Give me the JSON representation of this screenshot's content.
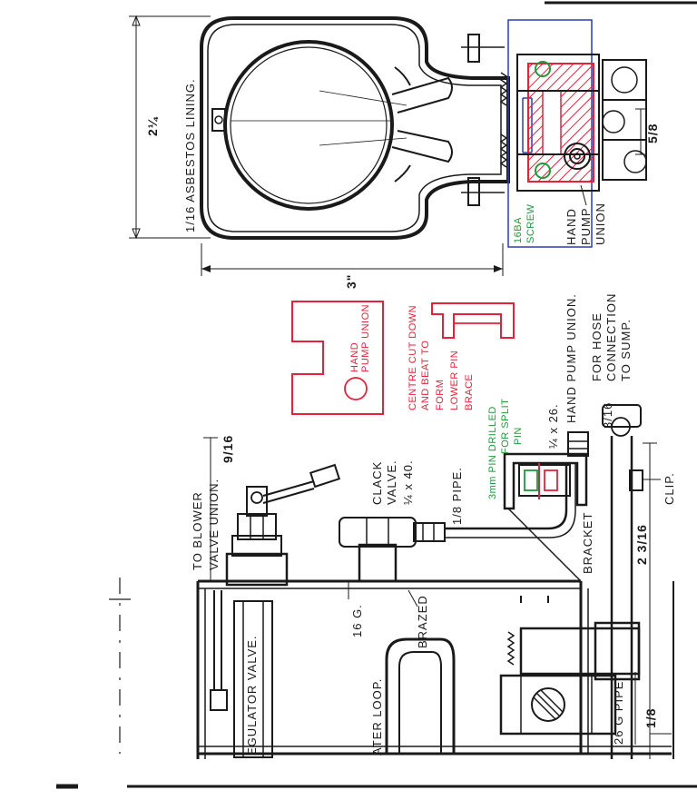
{
  "colors": {
    "ink": "#1a1a1a",
    "red_annotation": "#e8213b",
    "green_annotation": "#1f9a3c",
    "blue_annotation": "#2a3fb0"
  },
  "top_view": {
    "dim_height": "2¼",
    "dim_width": "3\"",
    "lining_label": "1/16 ASBESTOS LINING.",
    "dim_union": "5/8",
    "hand_pump_union": [
      "HAND",
      "PUMP",
      "UNION"
    ],
    "screw_note": [
      "16BA",
      "SCREW"
    ]
  },
  "red_sketch": {
    "part_label": [
      "HAND",
      "PUMP UNION"
    ],
    "note": [
      "CENTRE CUT DOWN",
      "AND BEAT TO",
      "FORM",
      "LOWER PIN",
      "BRACE"
    ]
  },
  "green_note": [
    "3mm PIN DRILLED",
    "FOR SPLIT",
    "PIN"
  ],
  "side_view": {
    "to_blower": "TO BLOWER",
    "valve_union": "VALVE UNION.",
    "dim_9_16": "9/16",
    "clack_valve": "CLACK",
    "valve_word": "VALVE.",
    "thread_size": "¼ x 40.",
    "pipe_label": "1/8 PIPE.",
    "screw_size": "¼ x 26.",
    "hand_pump_union": "HAND PUMP UNION.",
    "for_hose": "FOR HOSE",
    "connection": "CONNECTION",
    "to_sump": "TO SUMP.",
    "dim_3_16": "3/16",
    "clip": "CLIP.",
    "bracket": "BRACKET",
    "dim_2_3_16": "2 3/16",
    "gauge_16": "16 G.",
    "brazed": "BRAZED",
    "regulator_valve": "EGULATOR VALVE.",
    "water_loop": "ATER LOOP.",
    "pipe_26g": "26 G PIPE.",
    "dim_1_8": "1/8"
  }
}
